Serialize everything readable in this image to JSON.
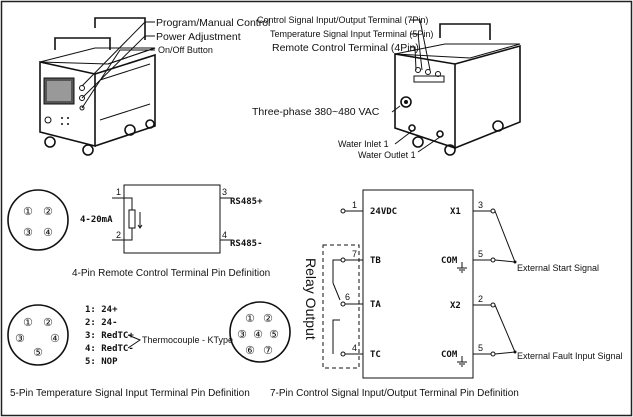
{
  "machine_labels": {
    "program_manual": "Program/Manual Control",
    "power_adjust": "Power Adjustment",
    "onoff": "On/Off Button",
    "ctrl_signal": "Control Signal Input/Output Terminal (7Pin)",
    "temp_signal": "Temperature Signal Input Terminal (5Pin)",
    "remote": "Remote Control Terminal (4Pin)",
    "three_phase": "Three-phase 380~480 VAC",
    "water_in": "Water Inlet 1",
    "water_out": "Water Outlet 1"
  },
  "pin4": {
    "pins": [
      "①",
      "②",
      "③",
      "④"
    ],
    "signal": "4-20mA",
    "pin_nums": [
      "1",
      "2",
      "3",
      "4"
    ],
    "rs_plus": "RS485+",
    "rs_minus": "RS485-",
    "caption": "4-Pin Remote Control Terminal Pin Definition"
  },
  "pin5": {
    "pins": [
      "①",
      "②",
      "③",
      "④",
      "⑤"
    ],
    "defs": [
      "1: 24+",
      "2: 24-",
      "3: RedTC+",
      "4: RedTC-",
      "5: NOP"
    ],
    "thermo": "Thermocouple - KType",
    "caption": "5-Pin Temperature Signal Input Terminal Pin Definition"
  },
  "pin7": {
    "pins": [
      "①",
      "②",
      "③",
      "④",
      "⑤",
      "⑥",
      "⑦"
    ],
    "caption": "7-Pin Control Signal Input/Output Terminal Pin Definition",
    "relay": "Relay Output",
    "left_pins": [
      "1",
      "7",
      "6",
      "4"
    ],
    "left_labels": [
      "24VDC",
      "TB",
      "TA",
      "TC"
    ],
    "right_pins": [
      "3",
      "5",
      "2",
      "5"
    ],
    "right_labels": [
      "X1",
      "COM",
      "X2",
      "COM"
    ],
    "ext_start": "External Start Signal",
    "ext_fault": "External Fault Input Signal"
  }
}
